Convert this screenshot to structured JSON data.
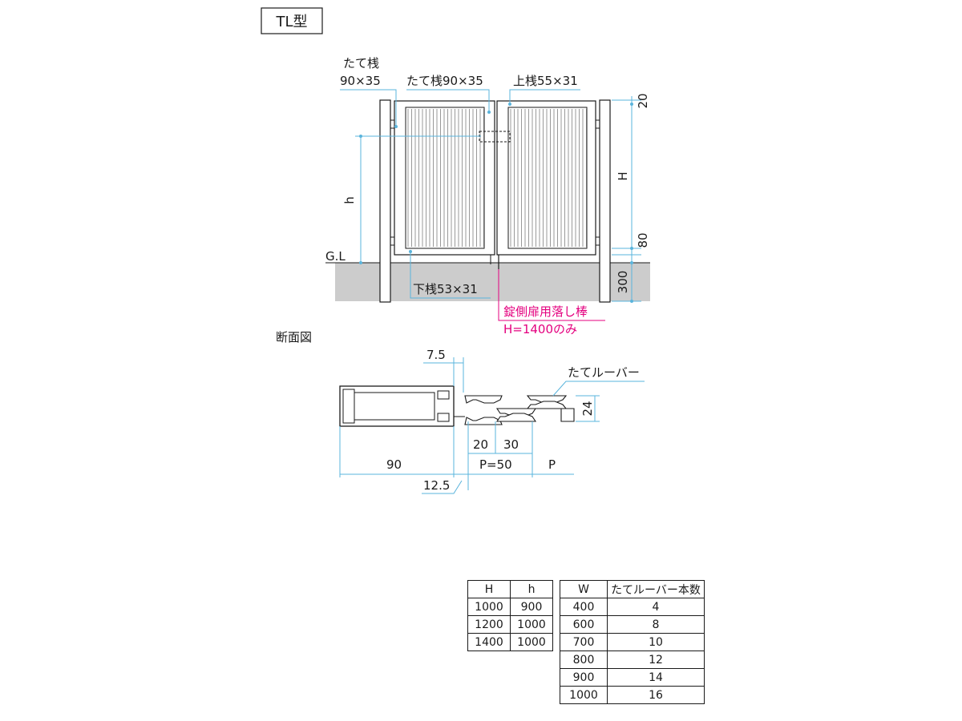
{
  "title": "TL型",
  "elevation": {
    "labels": {
      "post_stile": [
        "たて桟",
        "90×35"
      ],
      "stile": "たて桟90×35",
      "top_rail": "上桟55×31",
      "bottom_rail": "下桟53×31",
      "gl": "G.L",
      "h": "h",
      "H": "H",
      "dim_20": "20",
      "dim_80": "80",
      "dim_300": "300",
      "drop_rod": [
        "錠側扉用落し棒",
        "H=1400のみ"
      ]
    },
    "colors": {
      "ground": "#cccccc",
      "annotation": "#e4007f",
      "dimension": "#5ab4dc"
    }
  },
  "section": {
    "title": "断面図",
    "labels": {
      "d7_5": "7.5",
      "louver": "たてルーバー",
      "d24": "24",
      "d20": "20",
      "d30": "30",
      "d90": "90",
      "pitch": "P=50",
      "p": "P",
      "d12_5": "12.5"
    }
  },
  "table_height": {
    "headers": [
      "H",
      "h"
    ],
    "rows": [
      [
        "1000",
        "900"
      ],
      [
        "1200",
        "1000"
      ],
      [
        "1400",
        "1000"
      ]
    ]
  },
  "table_width": {
    "headers": [
      "W",
      "たてルーバー本数"
    ],
    "rows": [
      [
        "400",
        "4"
      ],
      [
        "600",
        "8"
      ],
      [
        "700",
        "10"
      ],
      [
        "800",
        "12"
      ],
      [
        "900",
        "14"
      ],
      [
        "1000",
        "16"
      ]
    ]
  }
}
